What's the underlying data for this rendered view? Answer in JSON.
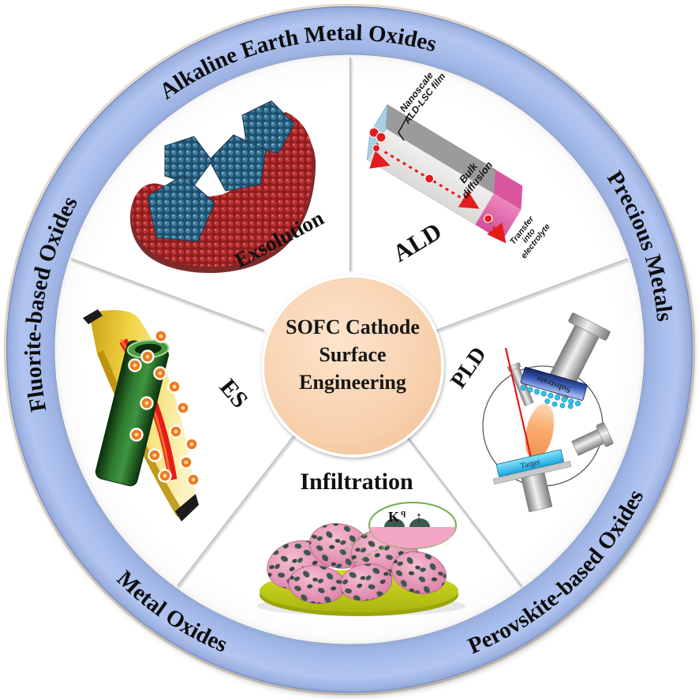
{
  "center": {
    "line1": "SOFC Cathode",
    "line2": "Surface",
    "line3": "Engineering"
  },
  "ring": {
    "top": "Alkaline Earth Metal Oxides",
    "right": "Precious Metals",
    "bottom_right": "Perovskite-based Oxides",
    "bottom_left": "Metal Oxides",
    "left": "Fluorite-based Oxides"
  },
  "sectors": {
    "exsolution": "Exsolution",
    "ald": "ALD",
    "pld": "PLD",
    "infiltration": "Infiltration",
    "es": "ES"
  },
  "ald_diagram": {
    "film_line1": "Nanoscale",
    "film_line2": "ALD-LSC film",
    "bulk_line1": "Bulk",
    "bulk_line2": "diffusion",
    "transfer_line1": "Transfer",
    "transfer_line2": "into",
    "transfer_line3": "electrolyte"
  },
  "pld_diagram": {
    "substrate": "Substrate",
    "target": "Target"
  },
  "infiltration_diagram": {
    "k_label": "K",
    "k_sup": "q",
    "up_arrow": "↑"
  },
  "colors": {
    "ring_blue": "#a9bdea",
    "center_peach": "#f6cda9",
    "divider": "#c7c7c7",
    "laser_red": "#e01818",
    "magnifier_pink": "#f3a5c5",
    "exsolution_red": "#bf3434",
    "exsolution_blue": "#3f7d9e",
    "ald_film_blue": "#a9cfe3",
    "ald_electrolyte_pink": "#e06aad",
    "es_fiber_green": "#2f7d30",
    "infiltration_disc": "#bfca18",
    "infiltration_particle": "#dc82a8"
  }
}
